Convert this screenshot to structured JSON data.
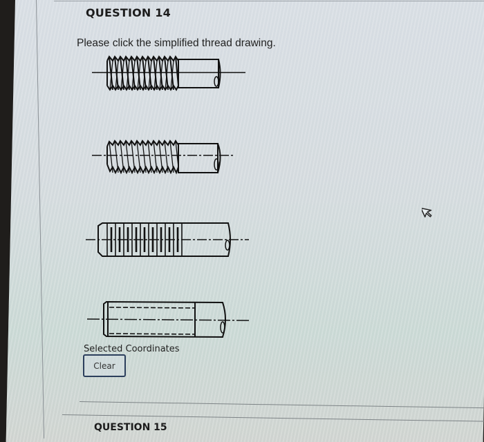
{
  "question": {
    "title": "QUESTION 14",
    "prompt": "Please click the simplified thread drawing."
  },
  "options": [
    {
      "id": "option-1",
      "style": "detailed-thread"
    },
    {
      "id": "option-2",
      "style": "detailed-thread-chamfered"
    },
    {
      "id": "option-3",
      "style": "schematic-thread"
    },
    {
      "id": "option-4",
      "style": "simplified-thread"
    }
  ],
  "coordinates": {
    "label": "Selected Coordinates",
    "clear_label": "Clear"
  },
  "next_question": {
    "title": "QUESTION 15"
  },
  "icons": {
    "cursor": "arrow-cursor-icon"
  }
}
